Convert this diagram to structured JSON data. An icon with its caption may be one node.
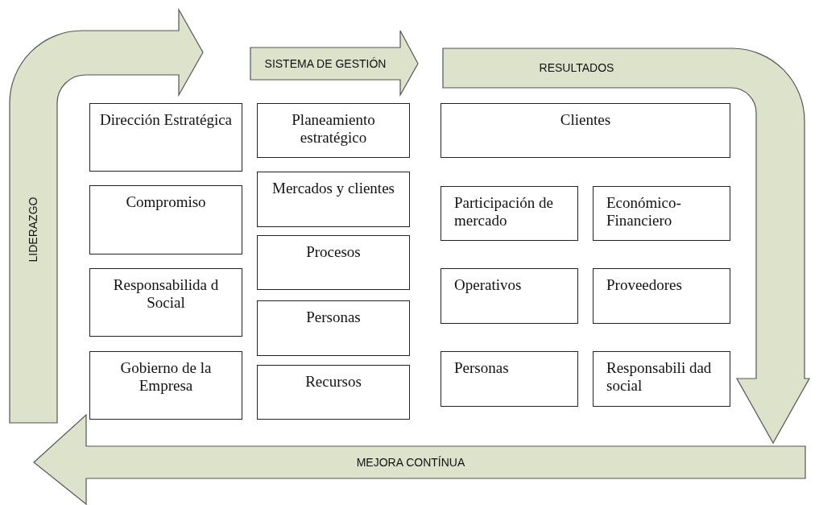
{
  "diagram": {
    "nodes": [
      {
        "text": [
          "LIDERAZGO"
        ]
      },
      {
        "text": [
          "SISTEMA DE GESTIÓN"
        ]
      },
      {
        "text": [
          "RESULTADOS"
        ]
      },
      {
        "text": [
          "Dirección Estratégica"
        ]
      },
      {
        "text": [
          "Compromiso"
        ]
      },
      {
        "text": [
          "Responsabilida d Social"
        ]
      },
      {
        "text": [
          "Gobierno de la Empresa"
        ]
      },
      {
        "text": [
          "Planeamiento estratégico"
        ]
      },
      {
        "text": [
          "Mercados y clientes"
        ]
      },
      {
        "text": [
          "Procesos"
        ]
      },
      {
        "text": [
          "Personas"
        ]
      },
      {
        "text": [
          "Recursos"
        ]
      },
      {
        "text": [
          "Clientes"
        ]
      },
      {
        "text": [
          "Participación de mercado"
        ]
      },
      {
        "text": [
          "Económico-Financiero"
        ]
      },
      {
        "text": [
          "Operativos"
        ]
      },
      {
        "text": [
          "Proveedores"
        ]
      },
      {
        "text": [
          "Personas"
        ]
      },
      {
        "text": [
          "Responsabili dad social"
        ]
      },
      {
        "text": [
          "MEJORA CONTÍNUA"
        ]
      }
    ]
  }
}
